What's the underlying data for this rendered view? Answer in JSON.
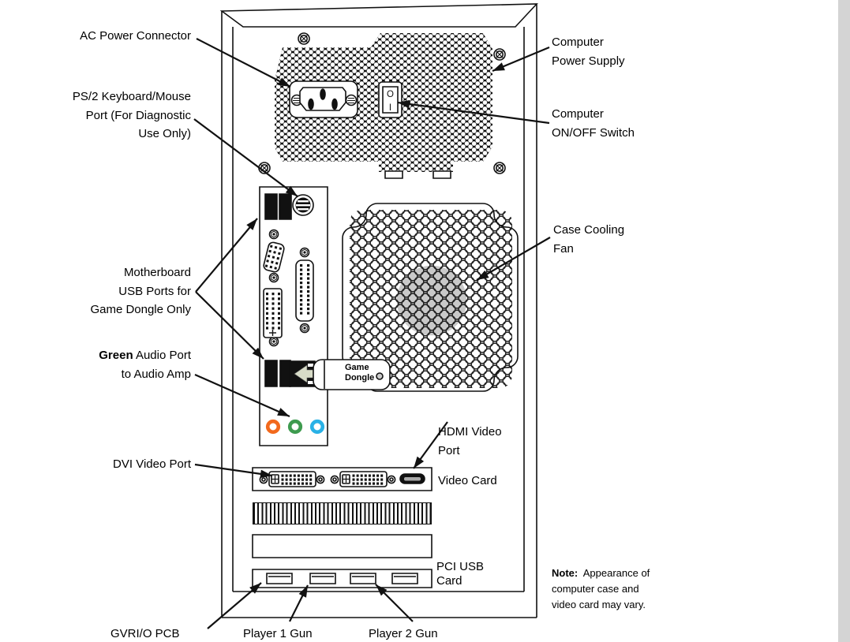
{
  "labels": {
    "ac_power": "AC Power Connector",
    "ps2": [
      "PS/2 Keyboard/Mouse",
      "Port (For Diagnostic",
      "Use Only)"
    ],
    "power_supply": [
      "Computer",
      "Power Supply"
    ],
    "on_off": [
      "Computer",
      "ON/OFF Switch"
    ],
    "case_fan": [
      "Case Cooling",
      "Fan"
    ],
    "mb_usb": [
      "Motherboard",
      "USB Ports for",
      "Game Dongle Only"
    ],
    "green_audio": {
      "bold": "Green",
      "rest": " Audio Port",
      "line2": "to Audio Amp"
    },
    "dvi": "DVI Video Port",
    "hdmi": [
      "HDMI Video",
      "Port"
    ],
    "video_card": "Video Card",
    "pci_usb": [
      "PCI USB",
      "Card"
    ],
    "gvrio": "GVRI/O PCB",
    "player1": "Player 1 Gun",
    "player2": "Player 2 Gun",
    "dongle": [
      "Game",
      "Dongle"
    ],
    "note": {
      "bold": "Note:",
      "rest": "  Appearance of",
      "line2": "computer case and",
      "line3": "video card may vary."
    }
  },
  "switch": {
    "top": "O",
    "bottom": "I"
  },
  "colors": {
    "audio_orange": "#f2691d",
    "audio_green": "#3e9b4f",
    "audio_blue": "#29b1e6",
    "fan_hub": "#c9c9c9",
    "dongle_arrow": "#d8dcc8",
    "page_edge_strip": "#d4d4d4"
  }
}
